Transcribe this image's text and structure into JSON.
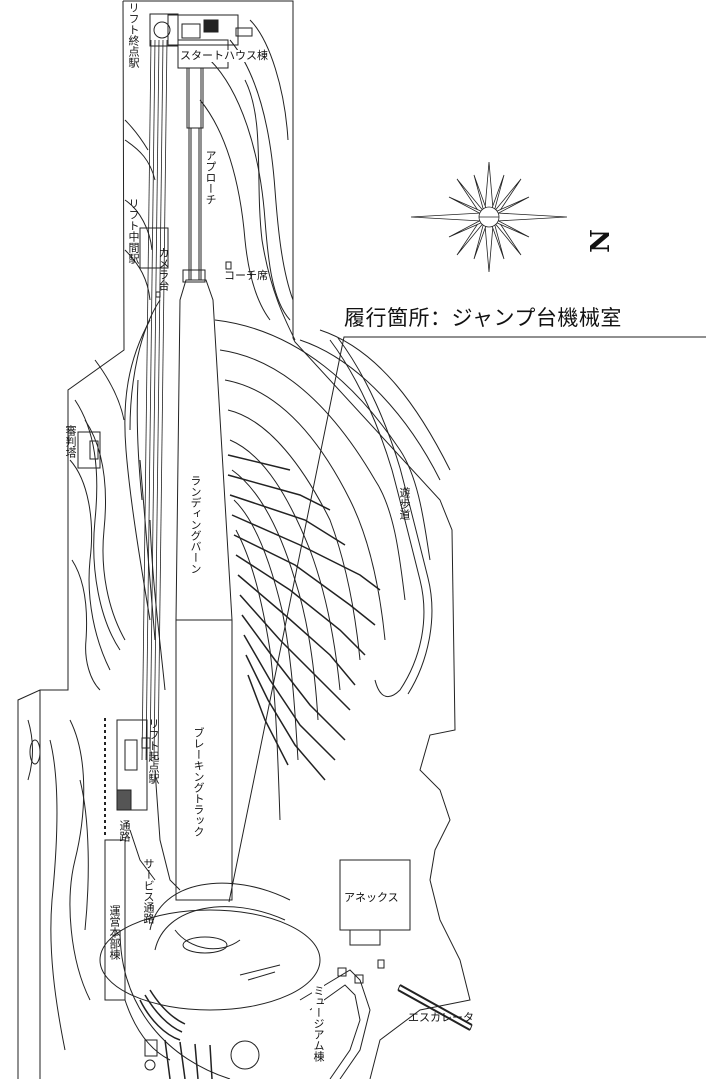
{
  "callout": {
    "text": "履行箇所：ジャンプ台機械室"
  },
  "compass": {
    "north_label": "N"
  },
  "labels": {
    "lift_top_station": "リフト終点駅",
    "start_house": "スタートハウス棟",
    "approach": "アプローチ",
    "lift_mid_station": "リフト中間駅",
    "camera_stand": "カメラ台",
    "coach_seat": "コーチ席",
    "judge_tower": "審判塔",
    "landing_burn": "ランディングバーン",
    "walkway": "遊歩道",
    "lift_start_station": "リフト起点駅",
    "braking_track": "ブレーキングトラック",
    "passage": "通路",
    "service_passage": "サービス通路",
    "admin_building": "運営本部棟",
    "annex": "アネックス",
    "museum_building": "ミュージアム棟",
    "escalator": "エスカレータ"
  },
  "colors": {
    "line": "#222222",
    "background": "#ffffff"
  }
}
